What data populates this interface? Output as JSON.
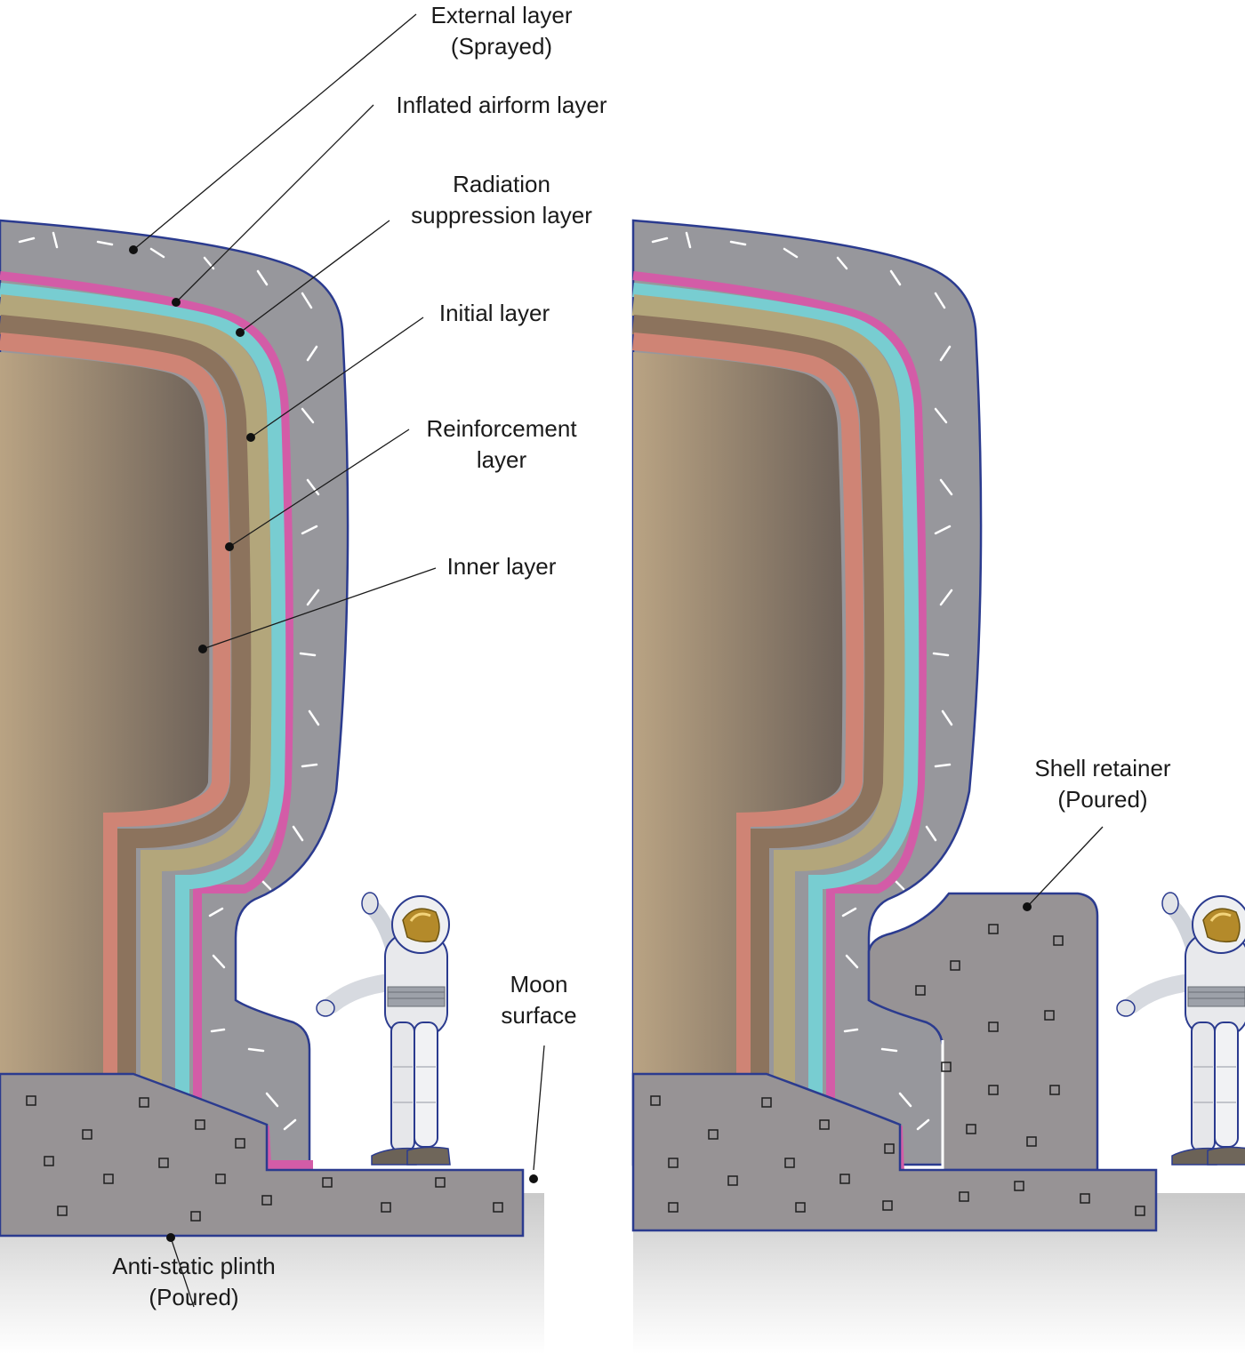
{
  "labels": {
    "external": [
      "External layer",
      "(Sprayed)"
    ],
    "airform": [
      "Inflated airform layer"
    ],
    "radiation": [
      "Radiation",
      "suppression layer"
    ],
    "initial": [
      "Initial layer"
    ],
    "reinforcement": [
      "Reinforcement",
      "layer"
    ],
    "inner": [
      "Inner layer"
    ],
    "moon": [
      "Moon",
      "surface"
    ],
    "plinth": [
      "Anti-static plinth",
      "(Poured)"
    ],
    "retainer": [
      "Shell retainer",
      "(Poured)"
    ]
  },
  "colors": {
    "external_layer": "#97979c",
    "airform_layer": "#d35ca7",
    "radiation_layer": "#78cdd1",
    "initial_layer": "#b3a67b",
    "reinforcement_layer": "#8c735d",
    "inner_layer": "#cf8475",
    "interior_light": "#b9a383",
    "interior_dark": "#6e6259",
    "concrete": "#979395",
    "outline": "#2b3b8f"
  }
}
